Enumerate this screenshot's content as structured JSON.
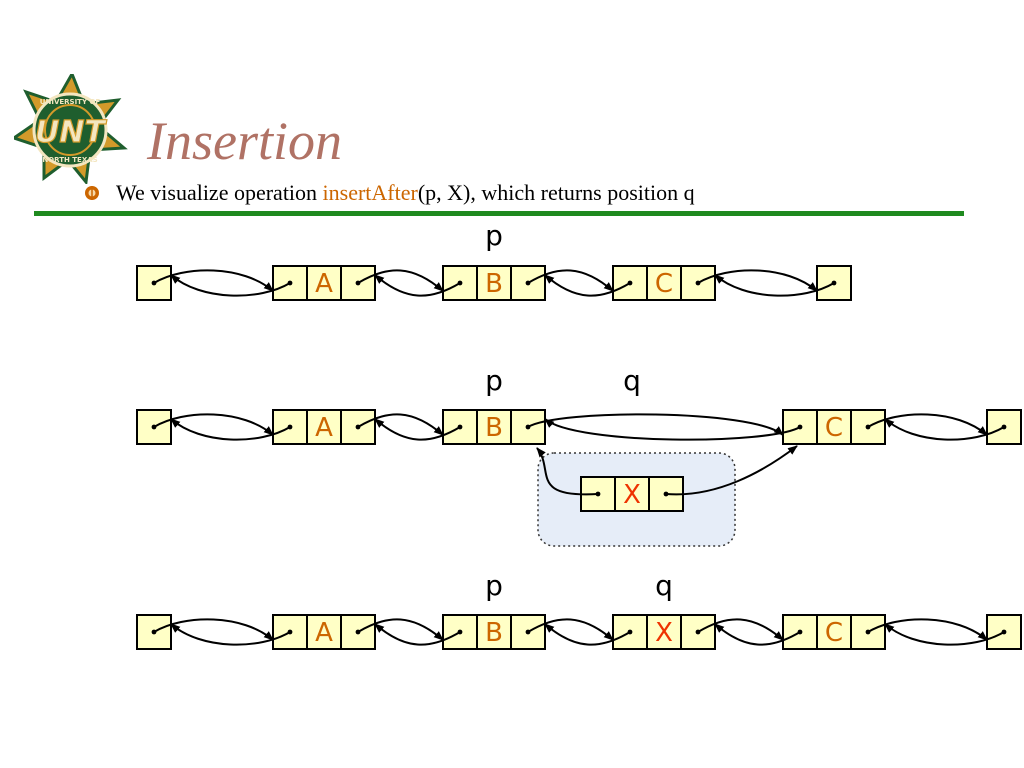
{
  "slide": {
    "title": "Insertion",
    "bullet": {
      "prefix": "We visualize operation ",
      "highlight": "insertAfter",
      "suffix": "(p, X), which returns position q"
    }
  },
  "logo": {
    "text": "UNT",
    "ring_top": "UNIVERSITY OF",
    "ring_bottom": "NORTH TEXAS",
    "colors": {
      "green": "#1f5e2e",
      "gold": "#d39a2a",
      "cream": "#f3e6c0"
    }
  },
  "colors": {
    "node_fill": "#ffffc6",
    "node_stroke": "#000000",
    "element_orange": "#cc6600",
    "element_red": "#ee3300",
    "highlight_fill": "#e6edf8",
    "title": "#b07265",
    "rule": "#1f8a1f"
  },
  "diagram": {
    "rows": [
      {
        "id": "before",
        "labels": [
          {
            "text": "p",
            "node": "B"
          }
        ],
        "nodes": [
          {
            "id": "header",
            "element": ""
          },
          {
            "id": "A",
            "element": "A"
          },
          {
            "id": "B",
            "element": "B"
          },
          {
            "id": "C",
            "element": "C"
          },
          {
            "id": "trailer",
            "element": ""
          }
        ],
        "links": [
          {
            "from": "header",
            "to": "A"
          },
          {
            "from": "A",
            "to": "B"
          },
          {
            "from": "B",
            "to": "C"
          },
          {
            "from": "C",
            "to": "trailer"
          }
        ]
      },
      {
        "id": "during",
        "labels": [
          {
            "text": "p",
            "node": "B"
          },
          {
            "text": "q",
            "node": "X"
          }
        ],
        "nodes": [
          {
            "id": "header",
            "element": ""
          },
          {
            "id": "A",
            "element": "A"
          },
          {
            "id": "B",
            "element": "B"
          },
          {
            "id": "C",
            "element": "C"
          },
          {
            "id": "trailer",
            "element": ""
          }
        ],
        "new_node": {
          "id": "X",
          "element": "X",
          "prev": "B",
          "next": "C"
        },
        "links": [
          {
            "from": "header",
            "to": "A"
          },
          {
            "from": "A",
            "to": "B"
          },
          {
            "from": "B",
            "to": "C"
          },
          {
            "from": "C",
            "to": "trailer"
          }
        ]
      },
      {
        "id": "after",
        "labels": [
          {
            "text": "p",
            "node": "B"
          },
          {
            "text": "q",
            "node": "X"
          }
        ],
        "nodes": [
          {
            "id": "header",
            "element": ""
          },
          {
            "id": "A",
            "element": "A"
          },
          {
            "id": "B",
            "element": "B"
          },
          {
            "id": "X",
            "element": "X"
          },
          {
            "id": "C",
            "element": "C"
          },
          {
            "id": "trailer",
            "element": ""
          }
        ],
        "links": [
          {
            "from": "header",
            "to": "A"
          },
          {
            "from": "A",
            "to": "B"
          },
          {
            "from": "B",
            "to": "X"
          },
          {
            "from": "X",
            "to": "C"
          },
          {
            "from": "C",
            "to": "trailer"
          }
        ]
      }
    ]
  }
}
